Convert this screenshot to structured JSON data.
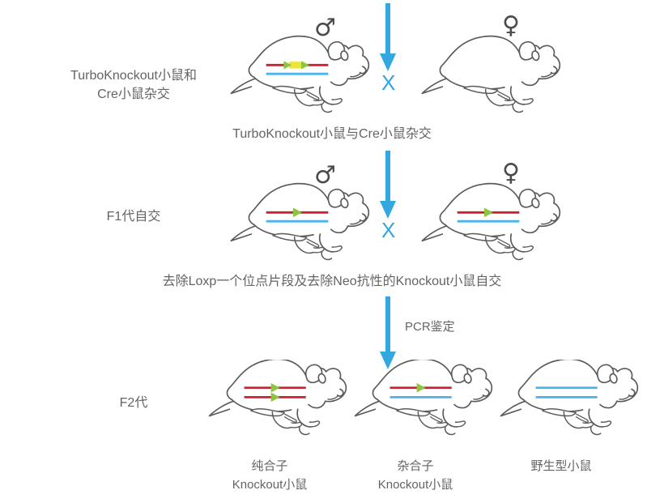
{
  "colors": {
    "arrow_blue": "#33a7e0",
    "gene_red": "#cf2033",
    "gene_blue": "#4ab4ea",
    "gene_green": "#8cc63e",
    "gene_yellow": "#ebe53a",
    "mouse_outline": "#5a5a5a",
    "text": "#646464"
  },
  "rows": [
    {
      "label_line1": "TurboKnockout小鼠和",
      "label_line2": "Cre小鼠杂交"
    },
    {
      "label_line1": "F1代自交",
      "label_line2": ""
    },
    {
      "label_line1": "F2代",
      "label_line2": ""
    }
  ],
  "symbols": {
    "male": "♂",
    "female": "♀",
    "cross": "X"
  },
  "captions": {
    "cross1": "TurboKnockout小鼠与Cre小鼠杂交",
    "cross2": "去除Loxp一个位点片段及去除Neo抗性的Knockout小鼠自交",
    "pcr": "PCR鉴定"
  },
  "f2_labels": [
    {
      "line1": "纯合子",
      "line2": "Knockout小鼠"
    },
    {
      "line1": "杂合子",
      "line2": "Knockout小鼠"
    },
    {
      "line1": "野生型小鼠",
      "line2": ""
    }
  ],
  "genotypes": {
    "p_male": "red-with-two-arrows-and-loxp-box + blue",
    "p_female": "none",
    "f1_male": "red-with-one-arrow + blue",
    "f1_female": "red-with-one-arrow + blue",
    "f2_homozygous": "red-with-one-arrow + red-with-one-arrow",
    "f2_heterozygous": "red-with-one-arrow + blue",
    "f2_wildtype": "blue + blue"
  }
}
